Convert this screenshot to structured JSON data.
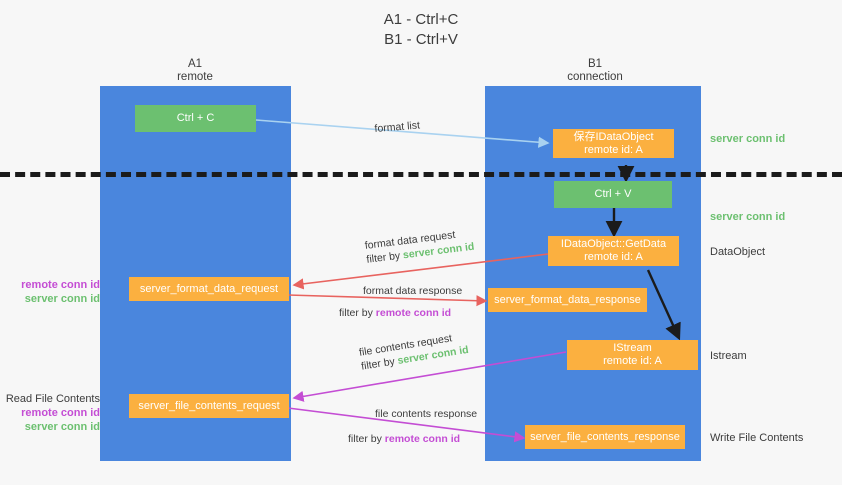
{
  "title": {
    "line1": "A1 - Ctrl+C",
    "line2": "B1 - Ctrl+V"
  },
  "lanes": [
    {
      "id": "a1",
      "name": "A1",
      "sub": "remote"
    },
    {
      "id": "b1",
      "name": "B1",
      "sub": "connection"
    }
  ],
  "nodes": {
    "ctrl_c": {
      "label": "Ctrl + C"
    },
    "save_idataobject": {
      "line1": "保存IDataObject",
      "line2": "remote id: A"
    },
    "ctrl_v": {
      "label": "Ctrl + V"
    },
    "getdata": {
      "line1": "IDataObject::GetData",
      "line2": "remote id: A"
    },
    "server_format_data_request": {
      "label": "server_format_data_request"
    },
    "server_format_data_response": {
      "label": "server_format_data_response"
    },
    "istream": {
      "line1": "IStream",
      "line2": "remote id: A"
    },
    "server_file_contents_request": {
      "label": "server_file_contents_request"
    },
    "server_file_contents_response": {
      "label": "server_file_contents_response"
    }
  },
  "edges": {
    "format_list": "format list",
    "format_data_request": "format data request",
    "format_data_request_filter_prefix": "filter by ",
    "format_data_request_filter_value": "server conn id",
    "format_data_response": "format data response",
    "format_data_response_filter_prefix": "filter by ",
    "format_data_response_filter_value": "remote conn id",
    "file_contents_request": "file contents request",
    "file_contents_request_filter_prefix": "filter by ",
    "file_contents_request_filter_value": "server conn id",
    "file_contents_response": "file contents response",
    "file_contents_response_filter_prefix": "filter by ",
    "file_contents_response_filter_value": "remote conn id"
  },
  "right_labels": {
    "server_conn_id_top": "server conn id",
    "server_conn_id_mid": "server conn id",
    "dataobject": "DataObject",
    "istream": "Istream",
    "write_file_contents": "Write File Contents"
  },
  "left_labels": {
    "remote_conn_id_1": "remote conn id",
    "server_conn_id_1": "server conn id",
    "read_file_contents": "Read File Contents",
    "remote_conn_id_2": "remote conn id",
    "server_conn_id_2": "server conn id"
  },
  "colors": {
    "lane": "#4a86dd",
    "green": "#6cc070",
    "orange": "#fbb040",
    "red_arrow": "#e8635f",
    "magenta_arrow": "#c44dd4",
    "lightblue_arrow": "#a9d2f0",
    "black_arrow": "#1b1b1b",
    "background": "#f7f7f7"
  }
}
